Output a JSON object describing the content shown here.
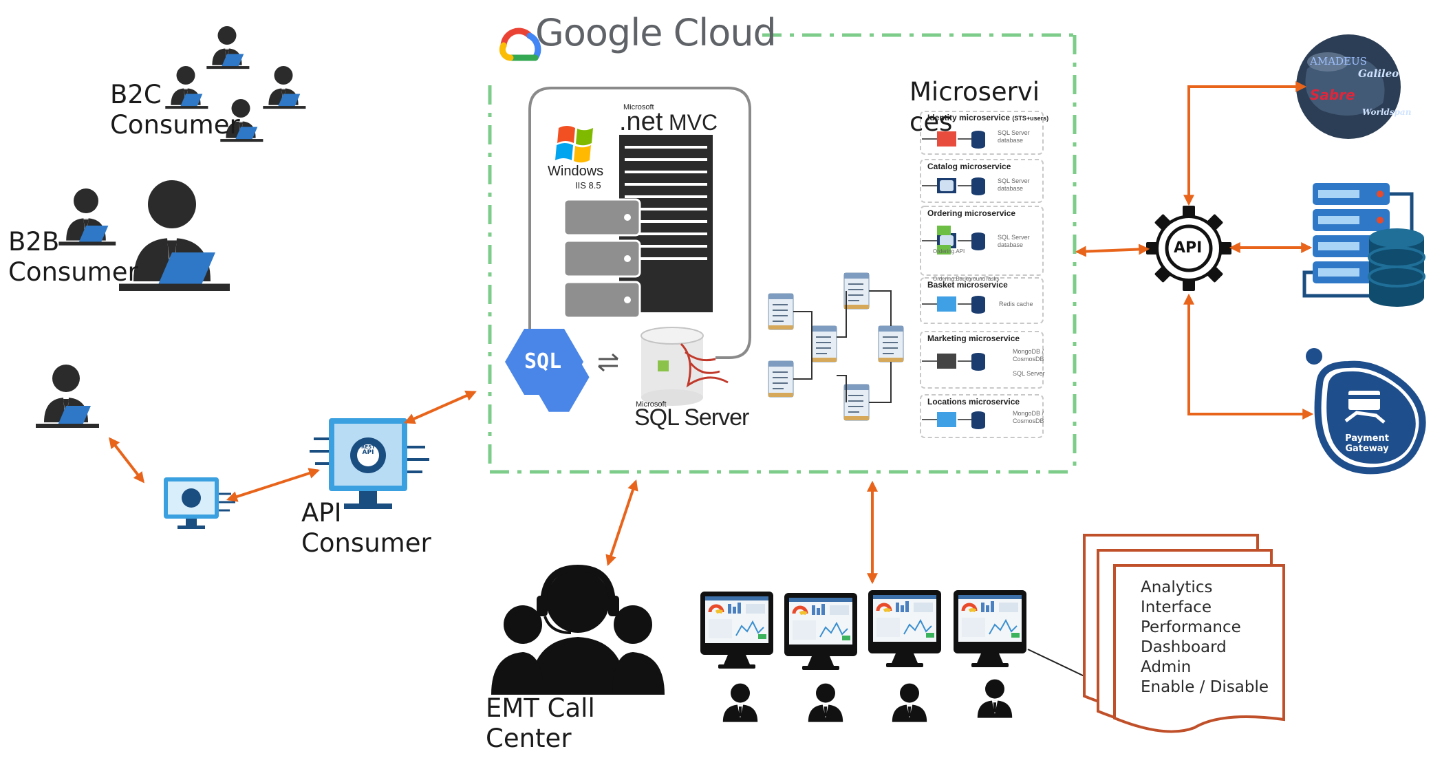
{
  "colors": {
    "arrow": "#E8641B",
    "cloud_border": "#7DCC8A",
    "person": "#2b2b2b",
    "laptop": "#2E78C7",
    "monitor_blue": "#3AA0E0",
    "doc_border": "#C0502A"
  },
  "google_cloud": {
    "title": "Google Cloud"
  },
  "labels": {
    "b2c": "B2C\nConsumer",
    "b2b": "B2B\nConsumer",
    "api_consumer": "API\nConsumer",
    "call_center": "EMT Call\nCenter",
    "microservices": "Microservi\nces"
  },
  "stack": {
    "windows": "Windows",
    "iis": "IIS 8.5",
    "dotnet_brand": "Microsoft",
    "dotnet": ".net",
    "mvc": "MVC",
    "sql_badge": "SQL",
    "sqlserver_brand": "Microsoft",
    "sqlserver": "SQL Server"
  },
  "microservices": [
    {
      "name": "Identity microservice",
      "note": "(STS+users)",
      "db": [
        "SQL Server",
        "database"
      ]
    },
    {
      "name": "Catalog microservice",
      "db": [
        "SQL Server",
        "database"
      ]
    },
    {
      "name": "Ordering microservice",
      "db": [
        "SQL Server",
        "database"
      ],
      "sub": [
        "Ordering.API",
        "Ordering.BackgroundTasks"
      ]
    },
    {
      "name": "Basket microservice",
      "db": [
        "Redis cache"
      ]
    },
    {
      "name": "Marketing microservice",
      "db": [
        "MongoDB /",
        "CosmosDB",
        "SQL Server"
      ]
    },
    {
      "name": "Locations microservice",
      "db": [
        "MongoDB /",
        "CosmosDB"
      ]
    }
  ],
  "gds": [
    "AMADEUS",
    "Galileo",
    "Sabre",
    "Worldspan"
  ],
  "api_hub": "API",
  "rest_api": {
    "rest": "REST",
    "api": "API"
  },
  "payment": {
    "line1": "Payment",
    "line2": "Gateway"
  },
  "dashboard_list": [
    "Analytics",
    "Interface",
    "Performance",
    "Dashboard",
    "Admin",
    "Enable / Disable"
  ],
  "icons": [
    "google-cloud-icon",
    "windows-icon",
    "server-icon",
    "building-icon",
    "cloud-sql-icon",
    "sql-server-icon",
    "swap-icon",
    "api-gear-icon",
    "database-icon",
    "server-rack-icon",
    "payment-icon",
    "globe-icon",
    "monitor-icon",
    "headset-agent-icon",
    "user-icon",
    "laptop-icon"
  ]
}
